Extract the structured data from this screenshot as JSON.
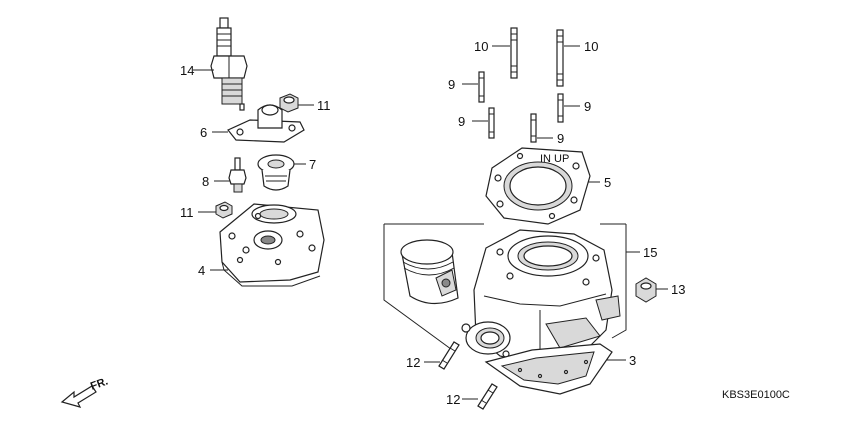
{
  "diagram": {
    "parts": [
      {
        "id": "p14",
        "number": "14",
        "name": "spark-plug"
      },
      {
        "id": "p11a",
        "number": "11",
        "name": "nut-top"
      },
      {
        "id": "p6",
        "number": "6",
        "name": "water-outlet-cover"
      },
      {
        "id": "p7",
        "number": "7",
        "name": "thermostat"
      },
      {
        "id": "p8",
        "number": "8",
        "name": "temperature-sensor"
      },
      {
        "id": "p11b",
        "number": "11",
        "name": "nut-head"
      },
      {
        "id": "p4",
        "number": "4",
        "name": "cylinder-head"
      },
      {
        "id": "p10a",
        "number": "10",
        "name": "stud-bolt-long-left"
      },
      {
        "id": "p10b",
        "number": "10",
        "name": "stud-bolt-long-right"
      },
      {
        "id": "p9a",
        "number": "9",
        "name": "stud-bolt-upper-left"
      },
      {
        "id": "p9b",
        "number": "9",
        "name": "stud-bolt-upper-right"
      },
      {
        "id": "p9c",
        "number": "9",
        "name": "stud-bolt-lower-left"
      },
      {
        "id": "p9d",
        "number": "9",
        "name": "stud-bolt-lower-right"
      },
      {
        "id": "p5",
        "number": "5",
        "name": "head-gasket"
      },
      {
        "id": "p15",
        "number": "15",
        "name": "cylinder-assembly"
      },
      {
        "id": "p13",
        "number": "13",
        "name": "flange-nut"
      },
      {
        "id": "p3",
        "number": "3",
        "name": "base-gasket"
      },
      {
        "id": "p12a",
        "number": "12",
        "name": "stud-bolt-exhaust-upper"
      },
      {
        "id": "p12b",
        "number": "12",
        "name": "stud-bolt-exhaust-lower"
      }
    ],
    "front_arrow_label": "FR.",
    "drawing_code": "KBS3E0100C",
    "gasket_marking": "IN UP"
  }
}
